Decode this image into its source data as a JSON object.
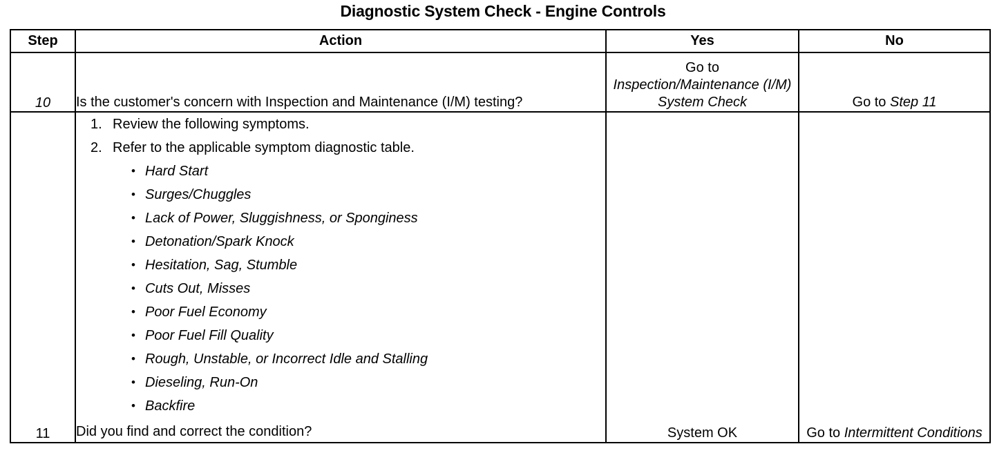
{
  "document": {
    "title": "Diagnostic System Check - Engine Controls"
  },
  "table": {
    "headers": {
      "step": "Step",
      "action": "Action",
      "yes": "Yes",
      "no": "No"
    },
    "rows": [
      {
        "step": "10",
        "action_text": "Is the customer's concern with Inspection and Maintenance (I/M) testing?",
        "yes_prefix": "Go to",
        "yes_reference": "Inspection/Maintenance (I/M) System Check",
        "no_prefix": "Go to",
        "no_reference": "Step 11"
      },
      {
        "step": "11",
        "numbered": [
          {
            "num": "1.",
            "text": "Review the following symptoms."
          },
          {
            "num": "2.",
            "text": "Refer to the applicable symptom diagnostic table."
          }
        ],
        "bullet_glyph": "•",
        "symptoms": [
          "Hard Start",
          "Surges/Chuggles",
          "Lack of Power, Sluggishness, or Sponginess",
          "Detonation/Spark Knock",
          "Hesitation, Sag, Stumble",
          "Cuts Out, Misses",
          "Poor Fuel Economy",
          "Poor Fuel Fill Quality",
          "Rough, Unstable, or Incorrect Idle and Stalling",
          "Dieseling, Run-On",
          "Backfire"
        ],
        "closing_question": "Did you find and correct the condition?",
        "yes_text": "System OK",
        "no_prefix": "Go to",
        "no_reference": "Intermittent Conditions"
      }
    ]
  }
}
